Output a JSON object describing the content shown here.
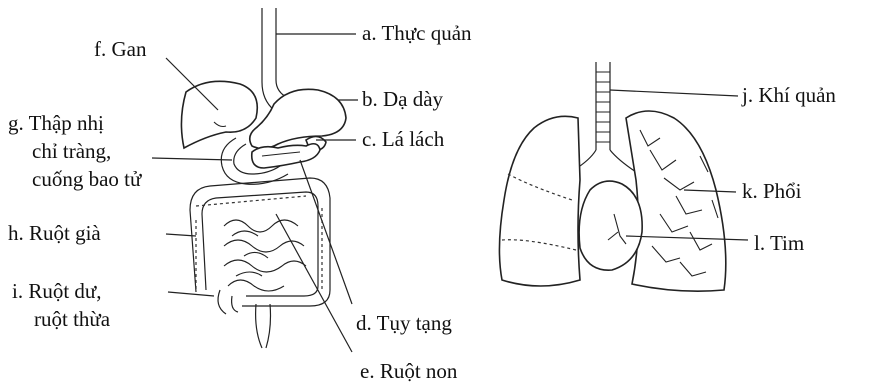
{
  "labels": {
    "a": "a. Thực quản",
    "b": "b. Dạ dày",
    "c": "c. Lá lách",
    "d": "d. Tụy tạng",
    "e": "e. Ruột non",
    "f": "f. Gan",
    "g1": "g. Thập nhị",
    "g2": "chỉ tràng,",
    "g3": "cuống bao tử",
    "h": "h. Ruột già",
    "i1": "i.  Ruột dư,",
    "i2": "ruột thừa",
    "j": "j. Khí quản",
    "k": "k. Phổi",
    "l": "l. Tim"
  }
}
